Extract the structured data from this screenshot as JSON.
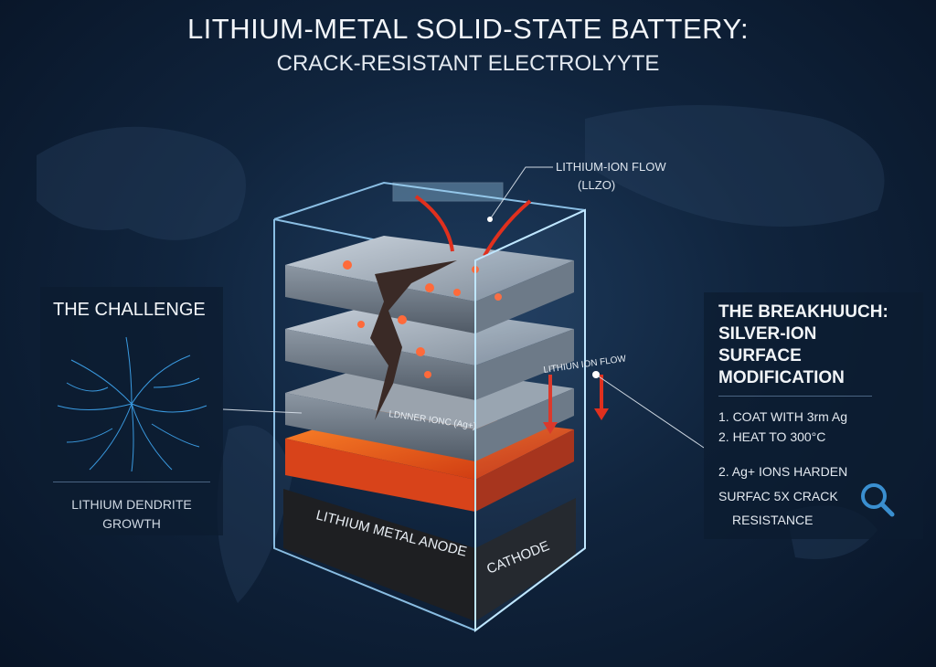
{
  "header": {
    "title": "LITHIUM-METAL SOLID-STATE BATTERY:",
    "subtitle": "CRACK-RESISTANT ELECTROLYYTE"
  },
  "diagram": {
    "callout_top": {
      "line1": "LITHIUM-ION FLOW",
      "line2": "(LLZO)"
    },
    "layer_label_middle": "LITHIUN ION FLOW",
    "layer_label_lower": "LDNNER IONC (Ag+)",
    "anode_label": "LITHIUM METAL ANODE",
    "cathode_label": "CATHODE"
  },
  "left_panel": {
    "heading": "THE CHALLENGE",
    "caption_line1": "LITHIUM DENDRITE",
    "caption_line2": "GROWTH"
  },
  "right_panel": {
    "heading_line1": "THE BREAKHUUCH:",
    "heading_line2": "SILVER-ION",
    "heading_line3": "SURFACE",
    "heading_line4": "MODIFICATION",
    "step1": "1. COAT WITH 3rm Ag",
    "step2": "2. HEAT TO 300°C",
    "step3": "2. Ag+ IONS HARDEN",
    "step3b": "SURFAC 5X CRACK",
    "step3c": "RESISTANCE"
  },
  "colors": {
    "accent_blue": "#3a8fd0",
    "ion_red": "#e0301e",
    "anode_orange": "#f2551a"
  }
}
